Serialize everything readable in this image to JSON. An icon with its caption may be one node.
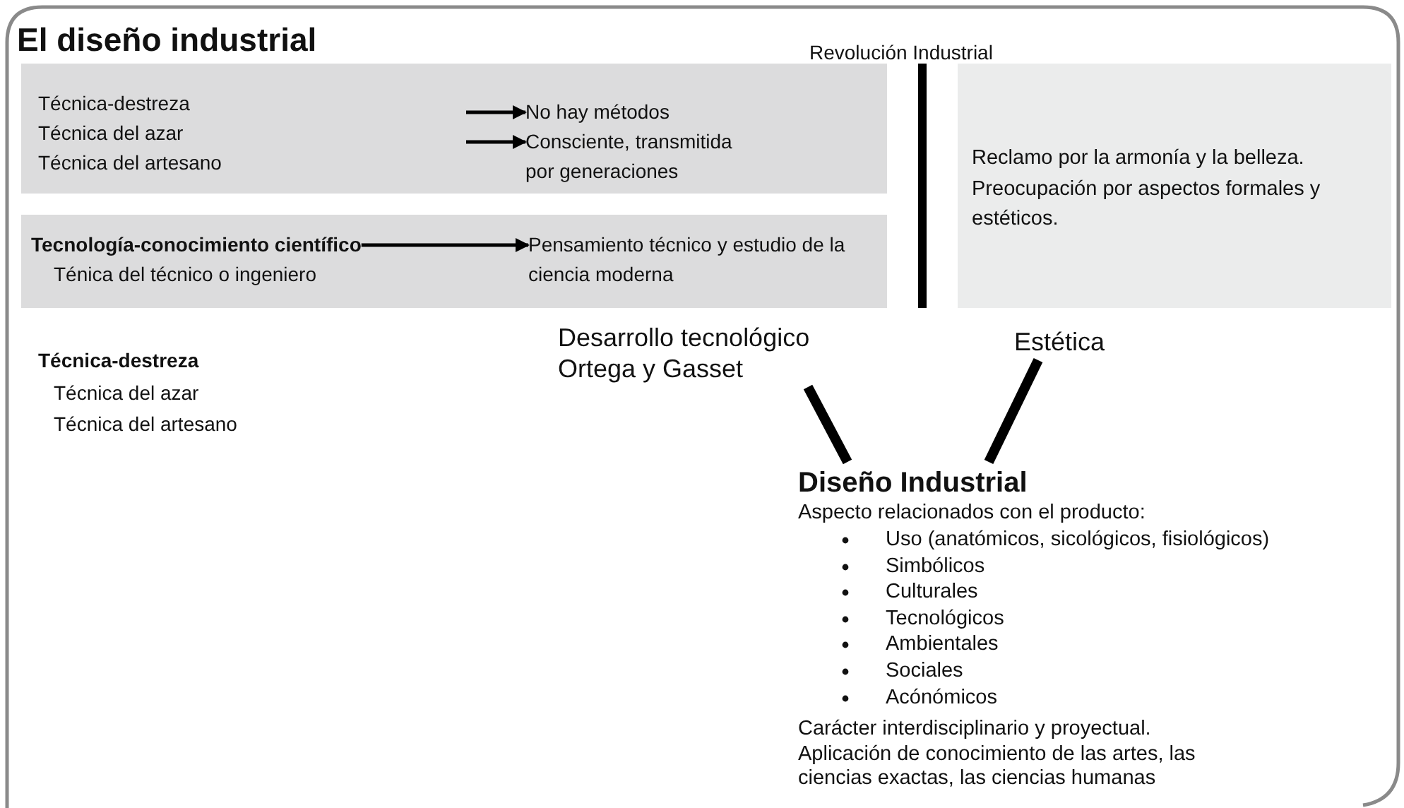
{
  "diagram": {
    "title": "El diseño industrial",
    "nodes": [
      {
        "text": [],
        "shape": "box"
      },
      {
        "text": [
          "Técnica-destreza"
        ],
        "in": 0
      },
      {
        "text": [
          "Técnica del azar"
        ],
        "in": 0
      },
      {
        "text": [
          "Técnica del artesano"
        ],
        "in": 0
      },
      {
        "text": [
          "No hay métodos"
        ],
        "in": 0
      },
      {
        "text": [
          "Consciente, transmitida por generaciones"
        ],
        "in": 0
      },
      {
        "text": [],
        "shape": "box"
      },
      {
        "text": [
          "Tecnología-conocimiento científico",
          "Ténica del técnico o ingeniero"
        ],
        "in": 6
      },
      {
        "text": [
          "Pensamiento técnico y estudio de la ciencia moderna"
        ],
        "in": 6
      },
      {
        "text": [
          "Reclamo por la armonía y la belleza. Preocupación por aspectos formales y estéticos."
        ]
      },
      {
        "text": [
          "Desarrollo tecnológico Ortega y Gasset"
        ]
      },
      {
        "text": [
          "Estética"
        ]
      },
      {
        "text": [
          "Diseño Industrial",
          "Aspecto relacionados con el producto:",
          "Uso (anatómicos, sicológicos, fisiológicos)",
          "Simbólicos",
          "Culturales",
          "Tecnológicos",
          "Ambientales",
          "Sociales",
          "Acónómicos",
          "Carácter interdisciplinario y proyectual.",
          "Aplicación de conocimiento de las artes, las ciencias exactas, las ciencias humanas"
        ]
      }
    ],
    "edges": [
      {
        "from": null,
        "to": 4,
        "arrow": "to"
      },
      {
        "from": null,
        "to": 5,
        "arrow": "to"
      },
      {
        "from": 7,
        "to": 8,
        "arrow": "to"
      },
      {
        "from": 10,
        "to": 12,
        "arrow": "none",
        "style": "thick"
      },
      {
        "from": 11,
        "to": 12,
        "arrow": "none",
        "style": "thick"
      }
    ],
    "labels": [
      "Revolución Industrial",
      "Técnica-destreza",
      "Técnica del azar",
      "Técnica del artesano"
    ]
  }
}
